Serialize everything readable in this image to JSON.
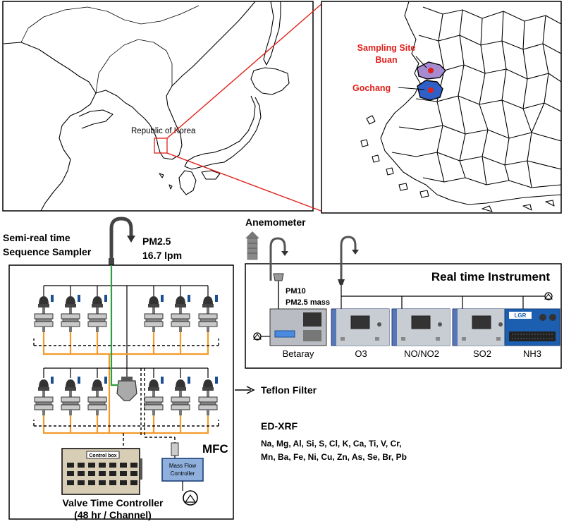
{
  "maps": {
    "country_label": "Republic of Korea",
    "sampling_site_label": "Sampling Site",
    "buan_label": "Buan",
    "gochang_label": "Gochang"
  },
  "sampler": {
    "title_line1": "Semi-real time",
    "title_line2": "Sequence Sampler",
    "pm_label": "PM2.5",
    "flow_label": "16.7 lpm",
    "control_box_label": "Control box",
    "mass_flow_line1": "Mass Flow",
    "mass_flow_line2": "Controller",
    "mfc_label": "MFC",
    "valve_line1": "Valve Time Controller",
    "valve_line2": "(48 hr / Channel)"
  },
  "realtime": {
    "anemometer_label": "Anemometer",
    "title": "Real time Instrument",
    "pm10_label": "PM10",
    "pm25_mass_label": "PM2.5 mass",
    "lgr_label": "LGR",
    "instruments": [
      "Betaray",
      "O3",
      "NO/NO2",
      "SO2",
      "NH3"
    ]
  },
  "analysis": {
    "filter_label": "Teflon Filter",
    "method_label": "ED-XRF",
    "elements_line1": "Na, Mg, Al, Si, S, Cl, K, Ca, Ti, V, Cr,",
    "elements_line2": "Mn, Ba, Fe, Ni, Cu, Zn, As, Se, Br, Pb"
  },
  "colors": {
    "callout_red": "#e0211b",
    "site_red": "#e0211b",
    "buan_fill": "#a78bd0",
    "gochang_fill": "#2f5fc7",
    "tube_orange": "#f29b2b",
    "tube_green": "#2e9e3e",
    "instrument_blue": "#5577b8",
    "mfc_blue": "#8fb0dd",
    "nh3_blue": "#1c5fb0"
  }
}
